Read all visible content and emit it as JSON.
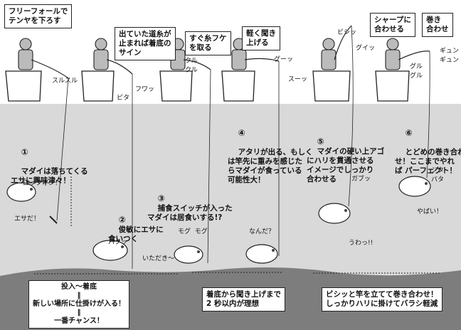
{
  "callouts": {
    "c1": "フリーフォールで\nテンヤを下ろす",
    "c2": "出ていた道糸が\n止まれば着底の\nサイン",
    "c3": "すぐ糸フケ\nを取る",
    "c4": "軽く聞き\n上げる",
    "c5": "シャープに\n合わせる",
    "c6": "巻き\n合わせ"
  },
  "steps": [
    {
      "num": "①",
      "text": "マダイは落ちてくる\nエサに興味津々！"
    },
    {
      "num": "②",
      "text": "俊敏にエサに\n食いつく"
    },
    {
      "num": "③",
      "text": "捕食スイッチが入った\nマダイは居食いする!?"
    },
    {
      "num": "④",
      "text": "アタリが出る、もしく\nは竿先に重みを感じた\nらマダイが食っている\n可能性大！"
    },
    {
      "num": "⑤",
      "text": "マダイの硬い上アゴ\nにハリを貫通させる\nイメージでしっかり\n合わせる"
    },
    {
      "num": "⑥",
      "text": "とどめの巻き合わ\nせ！ここまでやれ\nば パーフェクト！"
    }
  ],
  "bottom_boxes": {
    "left": "投入〜着底\n‖\n新しい場所に仕掛けが入る！\n‖\n一番チャンス！",
    "mid": "着底から聞き上げまで\n2 秒以内が理想",
    "right": "ビシッと竿を立てて巻き合わせ！\nしっかりハリに掛けてバラシ軽減"
  },
  "sfx": {
    "sura": "スルスル",
    "pita": "ピタ",
    "fuwa": "フワッ",
    "kuru": "クル\nクル",
    "su": "スーッ",
    "guu": "グーッ",
    "bishi": "ビシッ",
    "gui": "グイッ",
    "guru": "グル\nグル",
    "gyun": "ギュン\nギュン",
    "lockon": "ロックオン！",
    "esada": "エサだ！",
    "paku": "パクッ",
    "itadaki": "いただき～",
    "mogu": "モグ  モグ",
    "nanda": "なんだ？",
    "gabu": "ガブッ",
    "uwa": "うわっ!!",
    "jita": "ジタ\nバタ",
    "yabai": "やばい！"
  }
}
